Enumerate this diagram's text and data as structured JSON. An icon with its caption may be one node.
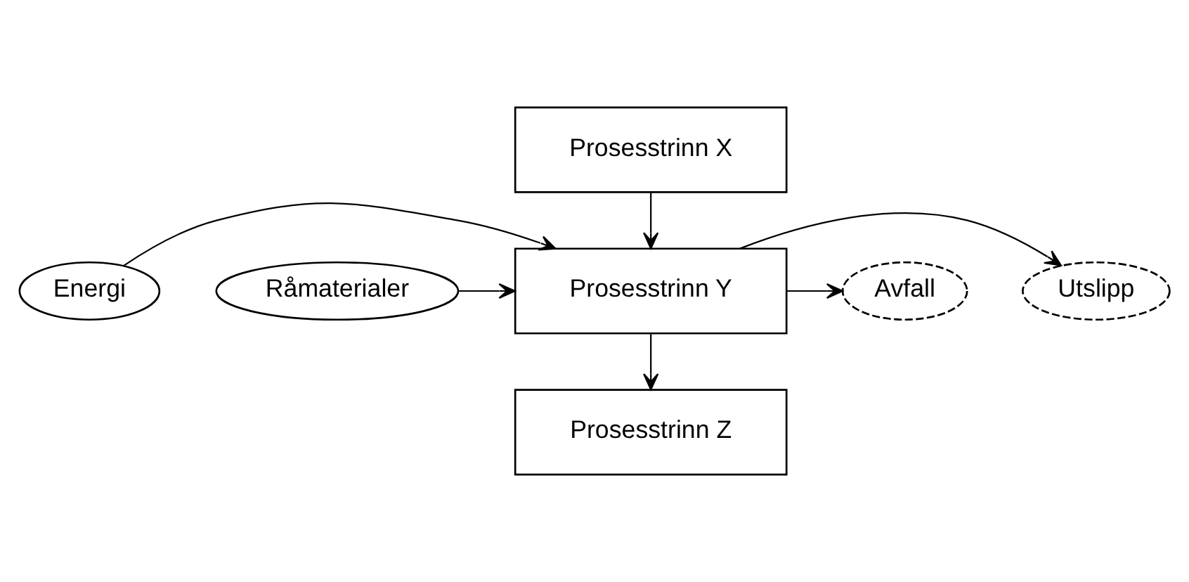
{
  "diagram": {
    "nodes": [
      {
        "text": [
          "Prosesstrinn X"
        ]
      },
      {
        "text": [
          "Energi"
        ]
      },
      {
        "text": [
          "Råmaterialer"
        ]
      },
      {
        "text": [
          "Prosesstrinn Y"
        ]
      },
      {
        "text": [
          "Utslipp"
        ]
      },
      {
        "text": [
          "Avfall"
        ]
      },
      {
        "text": [
          "Prosesstrinn Z"
        ]
      }
    ],
    "edges": [
      {
        "from": 0,
        "to": 3,
        "arrow": "to"
      },
      {
        "from": 1,
        "to": 3,
        "arrow": "to"
      },
      {
        "from": 2,
        "to": 3,
        "arrow": "to"
      },
      {
        "from": 3,
        "to": 4,
        "arrow": "to"
      },
      {
        "from": 3,
        "to": 5,
        "arrow": "to"
      },
      {
        "from": 3,
        "to": 6,
        "arrow": "to"
      }
    ]
  }
}
